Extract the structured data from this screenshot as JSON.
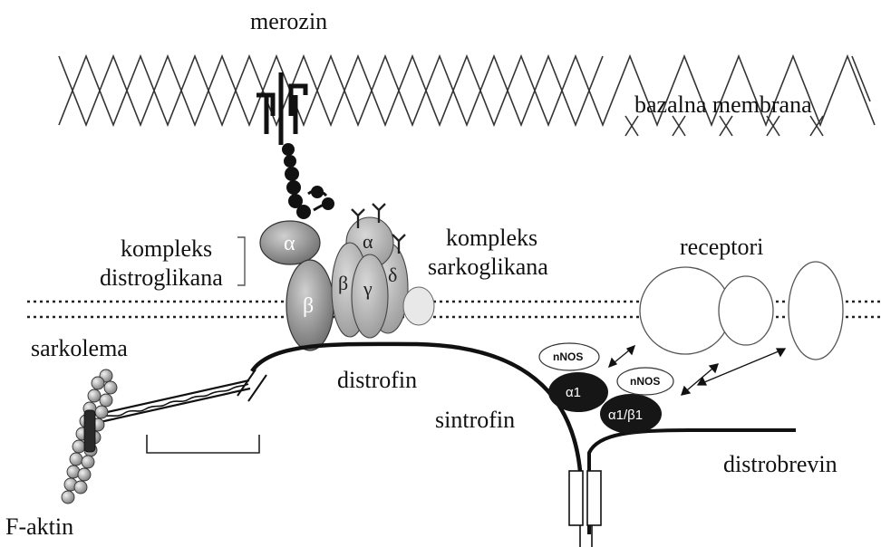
{
  "labels": {
    "merozin": "merozin",
    "basal_membrane": "bazalna membrana",
    "dystroglycan_complex_line1": "kompleks",
    "dystroglycan_complex_line2": "distroglikana",
    "sarcoglycan_complex_line1": "kompleks",
    "sarcoglycan_complex_line2": "sarkoglikana",
    "receptors": "receptori",
    "sarcolemma": "sarkolema",
    "dystrophin": "distrofin",
    "syntrophin": "sintrofin",
    "dystrobrevin": "distrobrevin",
    "f_actin": "F-aktin"
  },
  "glyphs": {
    "dg_alpha": "α",
    "dg_beta": "β",
    "sg_alpha": "α",
    "sg_beta": "β",
    "sg_gamma": "γ",
    "sg_delta": "δ",
    "syntrophin_a1": "α1",
    "syntrophin_a1b1": "α1/β1",
    "nnos_1": "nNOS",
    "nnos_2": "nNOS"
  },
  "colors": {
    "dark_protein": "#1a1a1a",
    "mid_protein": "#8c8c8c",
    "light_protein": "#b4b4b4",
    "membrane_line": "#222222"
  }
}
